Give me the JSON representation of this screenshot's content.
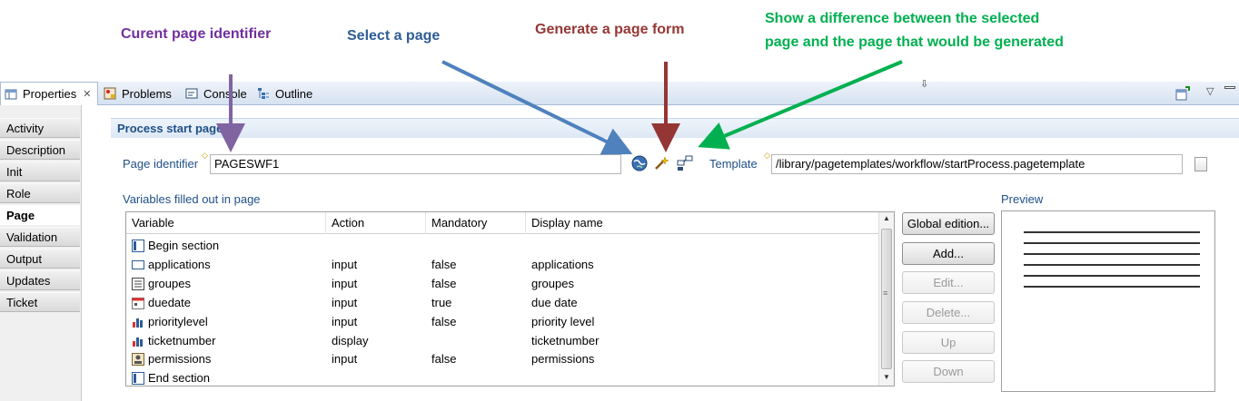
{
  "annotations": {
    "page_identifier": {
      "text": "Curent page identifier",
      "color": "#7030A0"
    },
    "select_page": {
      "text": "Select a page",
      "color": "#2E5C96"
    },
    "generate_form": {
      "text": "Generate a page form",
      "color": "#953734"
    },
    "difference_line1": {
      "text": "Show a difference between the selected",
      "color": "#00B050"
    },
    "difference_line2": {
      "text": "page and the page that would be generated",
      "color": "#00B050"
    }
  },
  "tabs": [
    {
      "label": "Properties",
      "icon": "properties-icon",
      "active": true
    },
    {
      "label": "Problems",
      "icon": "problems-icon"
    },
    {
      "label": "Console",
      "icon": "console-icon"
    },
    {
      "label": "Outline",
      "icon": "outline-icon"
    }
  ],
  "categories": [
    {
      "label": "Activity"
    },
    {
      "label": "Description"
    },
    {
      "label": "Init"
    },
    {
      "label": "Role"
    },
    {
      "label": "Page",
      "selected": true
    },
    {
      "label": "Validation"
    },
    {
      "label": "Output"
    },
    {
      "label": "Updates"
    },
    {
      "label": "Ticket"
    }
  ],
  "section": {
    "title": "Process start page"
  },
  "page_identifier": {
    "label": "Page identifier",
    "value": "PAGESWF1"
  },
  "template": {
    "label": "Template",
    "value": "/library/pagetemplates/workflow/startProcess.pagetemplate"
  },
  "variables": {
    "title": "Variables filled out in page",
    "columns": [
      "Variable",
      "Action",
      "Mandatory",
      "Display name"
    ],
    "rows": [
      {
        "variable": "Begin section",
        "action": "",
        "mandatory": "",
        "display": "",
        "icon": "section-icon"
      },
      {
        "variable": "applications",
        "action": "input",
        "mandatory": "false",
        "display": "applications",
        "icon": "textfield-icon"
      },
      {
        "variable": "groupes",
        "action": "input",
        "mandatory": "false",
        "display": "groupes",
        "icon": "list-icon"
      },
      {
        "variable": "duedate",
        "action": "input",
        "mandatory": "true",
        "display": "due date",
        "icon": "calendar-icon"
      },
      {
        "variable": "prioritylevel",
        "action": "input",
        "mandatory": "false",
        "display": "priority level",
        "icon": "chart-icon"
      },
      {
        "variable": "ticketnumber",
        "action": "display",
        "mandatory": "",
        "display": "ticketnumber",
        "icon": "chart-icon"
      },
      {
        "variable": "permissions",
        "action": "input",
        "mandatory": "false",
        "display": "permissions",
        "icon": "permissions-icon"
      },
      {
        "variable": "End section",
        "action": "",
        "mandatory": "",
        "display": "",
        "icon": "section-icon"
      }
    ]
  },
  "buttons": {
    "global_edition": "Global edition...",
    "add": "Add...",
    "edit": "Edit...",
    "delete": "Delete...",
    "up": "Up",
    "down": "Down"
  },
  "preview": {
    "label": "Preview"
  }
}
